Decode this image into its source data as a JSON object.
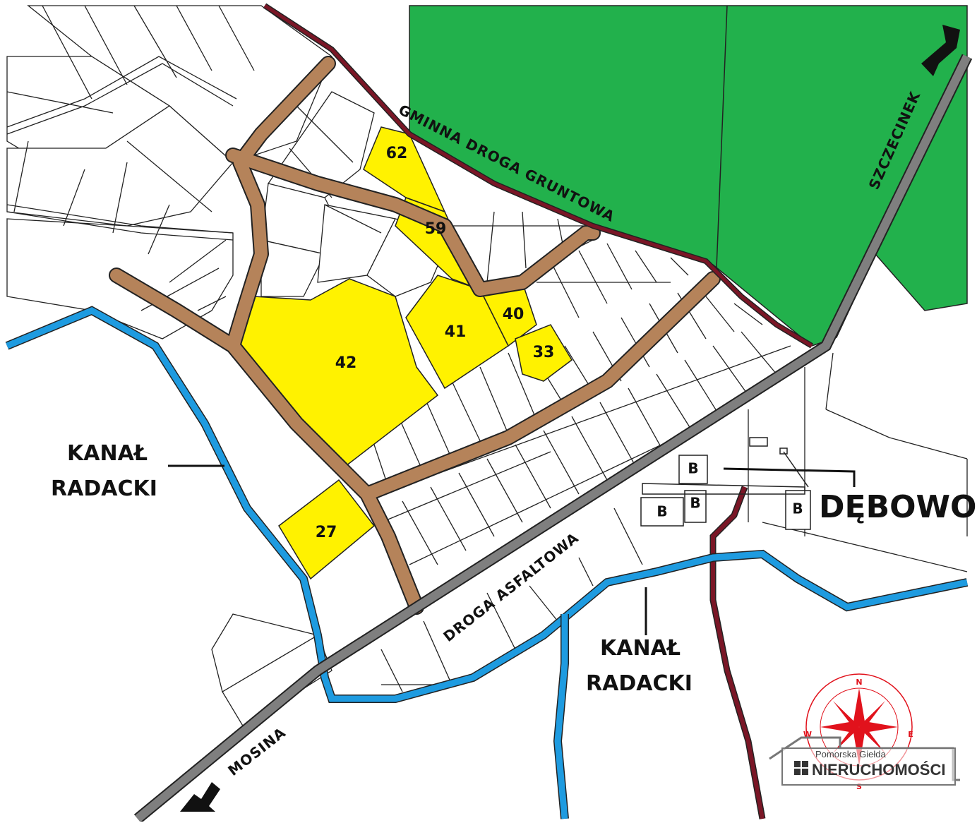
{
  "map": {
    "plots": [
      {
        "id": "plot-62",
        "label": "62"
      },
      {
        "id": "plot-59",
        "label": "59"
      },
      {
        "id": "plot-40",
        "label": "40"
      },
      {
        "id": "plot-41",
        "label": "41"
      },
      {
        "id": "plot-42",
        "label": "42"
      },
      {
        "id": "plot-33",
        "label": "33"
      },
      {
        "id": "plot-27",
        "label": "27"
      }
    ],
    "labels": {
      "gminna_droga": "GMINNA DROGA GRUNTOWA",
      "szczecinek": "SZCZECINEK",
      "kanal_left_1": "KANAŁ",
      "kanal_left_2": "RADACKI",
      "kanal_right_1": "KANAŁ",
      "kanal_right_2": "RADACKI",
      "droga_asfaltowa": "DROGA ASFALTOWA",
      "mosina": "MOSINA",
      "debowo": "DĘBOWO",
      "building": "B"
    },
    "compass": {
      "n": "N",
      "e": "E",
      "s": "S",
      "w": "W"
    },
    "logo": {
      "line1": "Pomorska Giełda",
      "line2": "NIERUCHOMOŚCI"
    },
    "colors": {
      "forest": "#22b14c",
      "selected_plot": "#fff200",
      "dirt_road": "#b5835a",
      "canal": "#1e9be0",
      "asphalt": "#7f7f7f",
      "municipal_road": "#7a1626",
      "compass": "#e1121c"
    }
  }
}
